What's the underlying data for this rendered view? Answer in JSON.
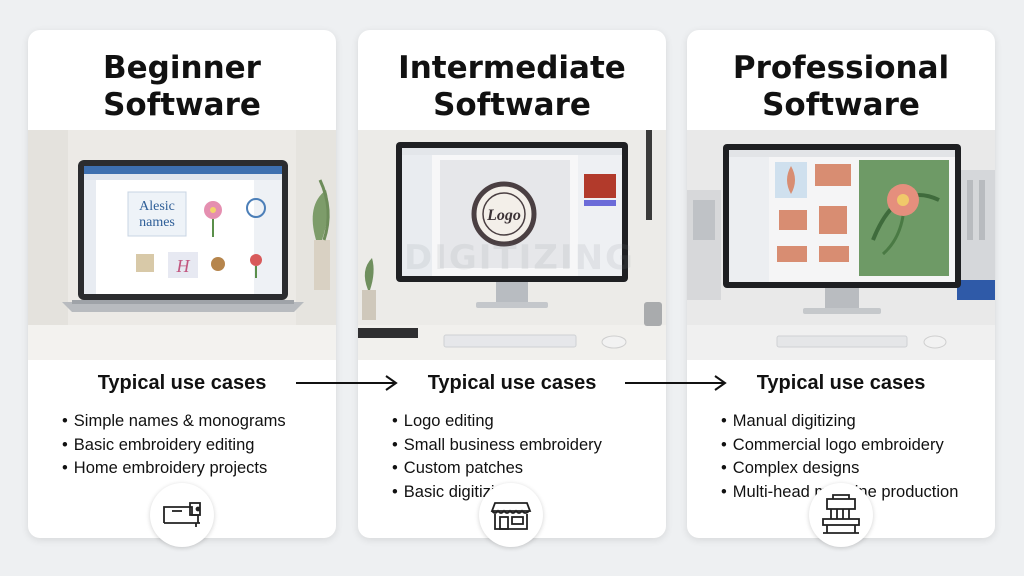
{
  "cards": [
    {
      "title": "Beginner\nSoftware",
      "use_cases_title": "Typical use cases",
      "items": [
        "Simple names & monograms",
        "Basic embroidery editing",
        "Home embroidery projects"
      ],
      "screen_text": "Alesic\nnames",
      "screen_letter": "H",
      "badge_icon": "sewing-machine-icon"
    },
    {
      "title": "Intermediate\nSoftware",
      "use_cases_title": "Typical use cases",
      "items": [
        "Logo editing",
        "Small business embroidery",
        "Custom patches",
        "Basic digitizing"
      ],
      "screen_text": "Logo",
      "badge_icon": "storefront-icon"
    },
    {
      "title": "Professional\nSoftware",
      "use_cases_title": "Typical use cases",
      "items": [
        "Manual digitizing",
        "Commercial logo embroidery",
        "Complex designs",
        "Multi-head machine production"
      ],
      "badge_icon": "embroidery-machine-icon"
    }
  ],
  "watermark": "DIGITIZING",
  "colors": {
    "accent_blue": "#2f6fb6",
    "logo_dark": "#4a3f42",
    "pro_green": "#6e9a66",
    "flower_pink": "#e58f7d"
  }
}
